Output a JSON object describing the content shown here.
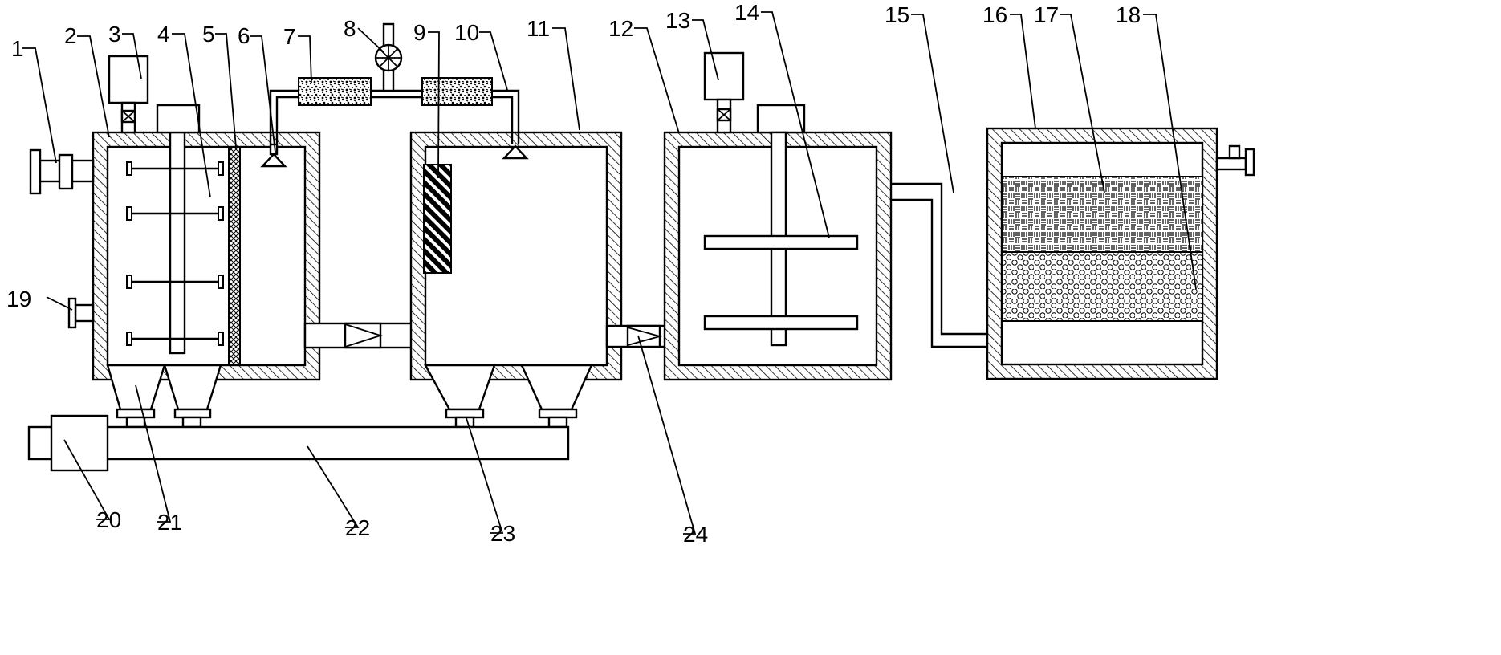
{
  "figure": {
    "type": "equipment schematic",
    "callouts": [
      {
        "id": "1",
        "text": "1"
      },
      {
        "id": "2",
        "text": "2"
      },
      {
        "id": "3",
        "text": "3"
      },
      {
        "id": "4",
        "text": "4"
      },
      {
        "id": "5",
        "text": "5"
      },
      {
        "id": "6",
        "text": "6"
      },
      {
        "id": "7",
        "text": "7"
      },
      {
        "id": "8",
        "text": "8"
      },
      {
        "id": "9",
        "text": "9"
      },
      {
        "id": "10",
        "text": "10"
      },
      {
        "id": "11",
        "text": "11"
      },
      {
        "id": "12",
        "text": "12"
      },
      {
        "id": "13",
        "text": "13"
      },
      {
        "id": "14",
        "text": "14"
      },
      {
        "id": "15",
        "text": "15"
      },
      {
        "id": "16",
        "text": "16"
      },
      {
        "id": "17",
        "text": "17"
      },
      {
        "id": "18",
        "text": "18"
      },
      {
        "id": "19",
        "text": "19"
      },
      {
        "id": "20",
        "text": "20"
      },
      {
        "id": "21",
        "text": "21"
      },
      {
        "id": "22",
        "text": "22"
      },
      {
        "id": "23",
        "text": "23"
      },
      {
        "id": "24",
        "text": "24"
      }
    ]
  }
}
